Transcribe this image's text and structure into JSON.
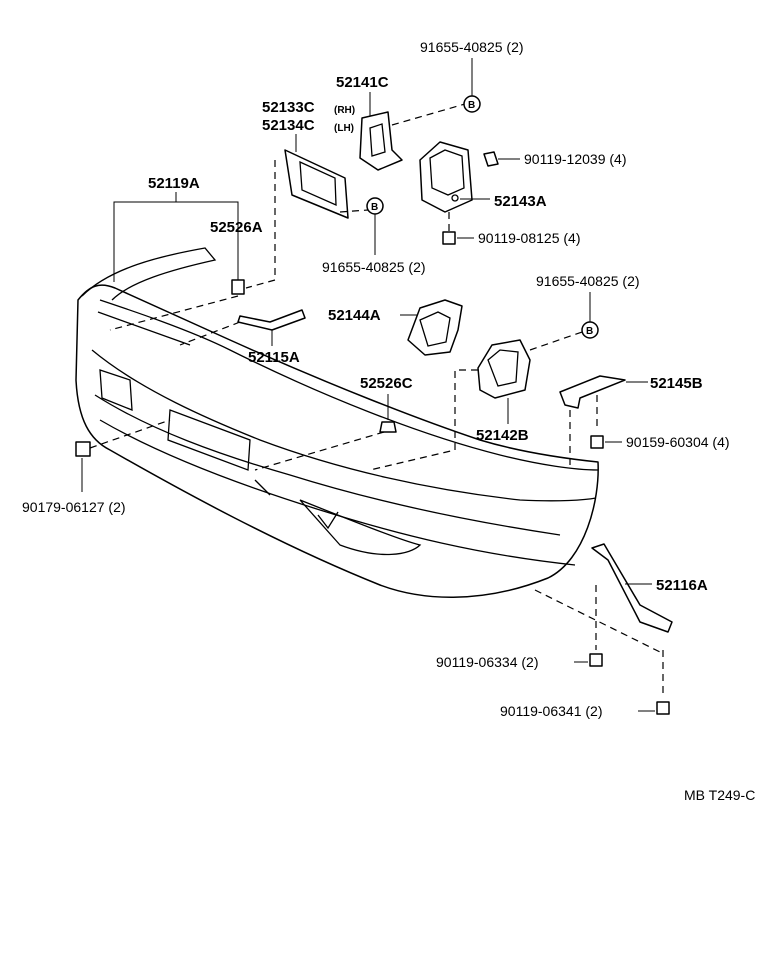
{
  "labels": {
    "p52141C": "52141C",
    "p52133C": "52133C",
    "p52134C": "52134C",
    "rh": "(RH)",
    "lh": "(LH)",
    "p52119A": "52119A",
    "p52526A": "52526A",
    "p52143A": "52143A",
    "p52144A": "52144A",
    "p52115A": "52115A",
    "p52526C": "52526C",
    "p52142B": "52142B",
    "p52145B": "52145B",
    "p52116A": "52116A",
    "bolt_91655_top": "91655-40825 (2)",
    "bolt_91655_mid": "91655-40825 (2)",
    "bolt_91655_right": "91655-40825 (2)",
    "bolt_90119_12039": "90119-12039 (4)",
    "bolt_90119_08125": "90119-08125 (4)",
    "bolt_90159_60304": "90159-60304 (4)",
    "clip_90179_06127": "90179-06127 (2)",
    "bolt_90119_06334": "90119-06334 (2)",
    "bolt_90119_06341": "90119-06341 (2)",
    "ref_code": "MB T249-C",
    "marker_b": "B"
  }
}
